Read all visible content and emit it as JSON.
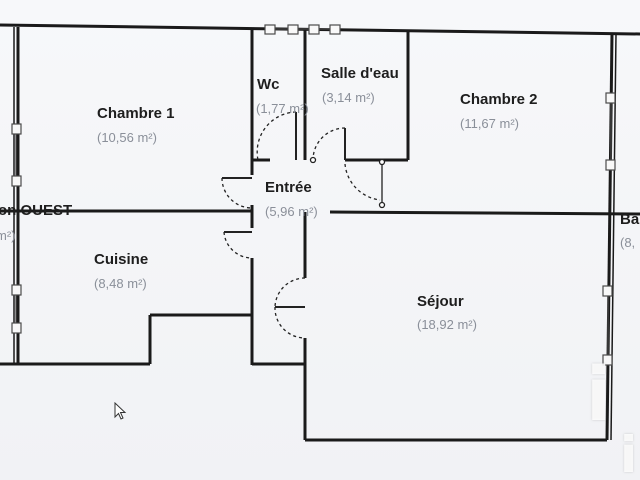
{
  "rooms": [
    {
      "id": "chambre-1",
      "name": "Chambre 1",
      "area": "(10,56 m²)"
    },
    {
      "id": "wc",
      "name": "Wc",
      "area": "(1,77 m²)"
    },
    {
      "id": "salle-deau",
      "name": "Salle d'eau",
      "area": "(3,14 m²)"
    },
    {
      "id": "chambre-2",
      "name": "Chambre 2",
      "area": "(11,67 m²)"
    },
    {
      "id": "entree",
      "name": "Entrée",
      "area": "(5,96 m²)"
    },
    {
      "id": "balcon-ouest",
      "name": "on OUEST",
      "area": "m²)"
    },
    {
      "id": "cuisine",
      "name": "Cuisine",
      "area": "(8,48 m²)"
    },
    {
      "id": "sejour",
      "name": "Séjour",
      "area": "(18,92 m²)"
    },
    {
      "id": "balcon-right",
      "name": "Ba",
      "area": "(8,"
    }
  ],
  "watermark": {
    "text": "i",
    "text2": "i"
  },
  "colors": {
    "wall": "#1a1a1a",
    "window": "#4a4a4a",
    "door": "#222222",
    "room_name": "#1e1e1e",
    "room_area": "#8a8f99"
  }
}
